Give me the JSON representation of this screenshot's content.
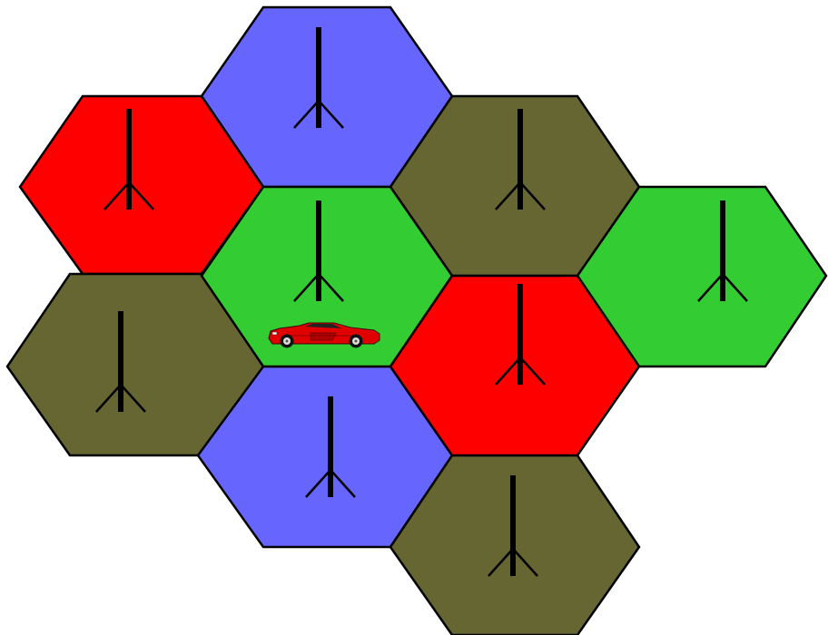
{
  "colors": {
    "blue": "#6666ff",
    "red": "#ff0000",
    "olive": "#666633",
    "green": "#33cc33",
    "outline": "#000000",
    "background": "#ffffff"
  },
  "tiles": [
    {
      "id": "tile-1",
      "terrain": "blue",
      "icon": "arrow-down-icon"
    },
    {
      "id": "tile-2",
      "terrain": "red",
      "icon": "arrow-down-icon"
    },
    {
      "id": "tile-3",
      "terrain": "olive",
      "icon": "arrow-down-icon"
    },
    {
      "id": "tile-4",
      "terrain": "green",
      "icon": "arrow-down-icon"
    },
    {
      "id": "tile-5",
      "terrain": "green",
      "icon": "arrow-down-icon"
    },
    {
      "id": "tile-6",
      "terrain": "olive",
      "icon": "arrow-down-icon"
    },
    {
      "id": "tile-7",
      "terrain": "red",
      "icon": "arrow-down-icon"
    },
    {
      "id": "tile-8",
      "terrain": "blue",
      "icon": "arrow-down-icon"
    },
    {
      "id": "tile-9",
      "terrain": "olive",
      "icon": "arrow-down-icon"
    }
  ],
  "player_token": {
    "icon": "red-sports-car-icon",
    "tile": "tile-4"
  }
}
